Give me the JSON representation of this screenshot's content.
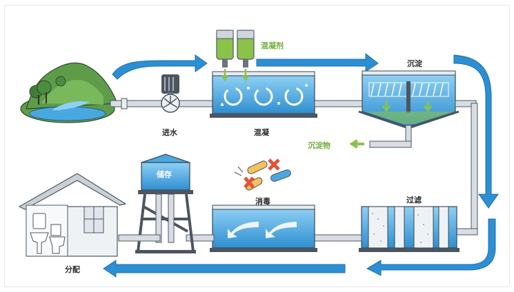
{
  "labels": {
    "intake": "进水",
    "coagulation": "混凝",
    "coagulant": "混凝剂",
    "sedimentation": "沉淀",
    "sediment": "沉淀物",
    "storage": "储存",
    "disinfection": "消毒",
    "filtration": "过滤",
    "distribution": "分配"
  },
  "colors": {
    "flow_arrow": "#2c8fd4",
    "water": "#4aa8e0",
    "pipe": "#d7dde3",
    "pipe_outline": "#4c5560",
    "green_label": "#6fae3a",
    "hill": "#5e9c4a"
  }
}
